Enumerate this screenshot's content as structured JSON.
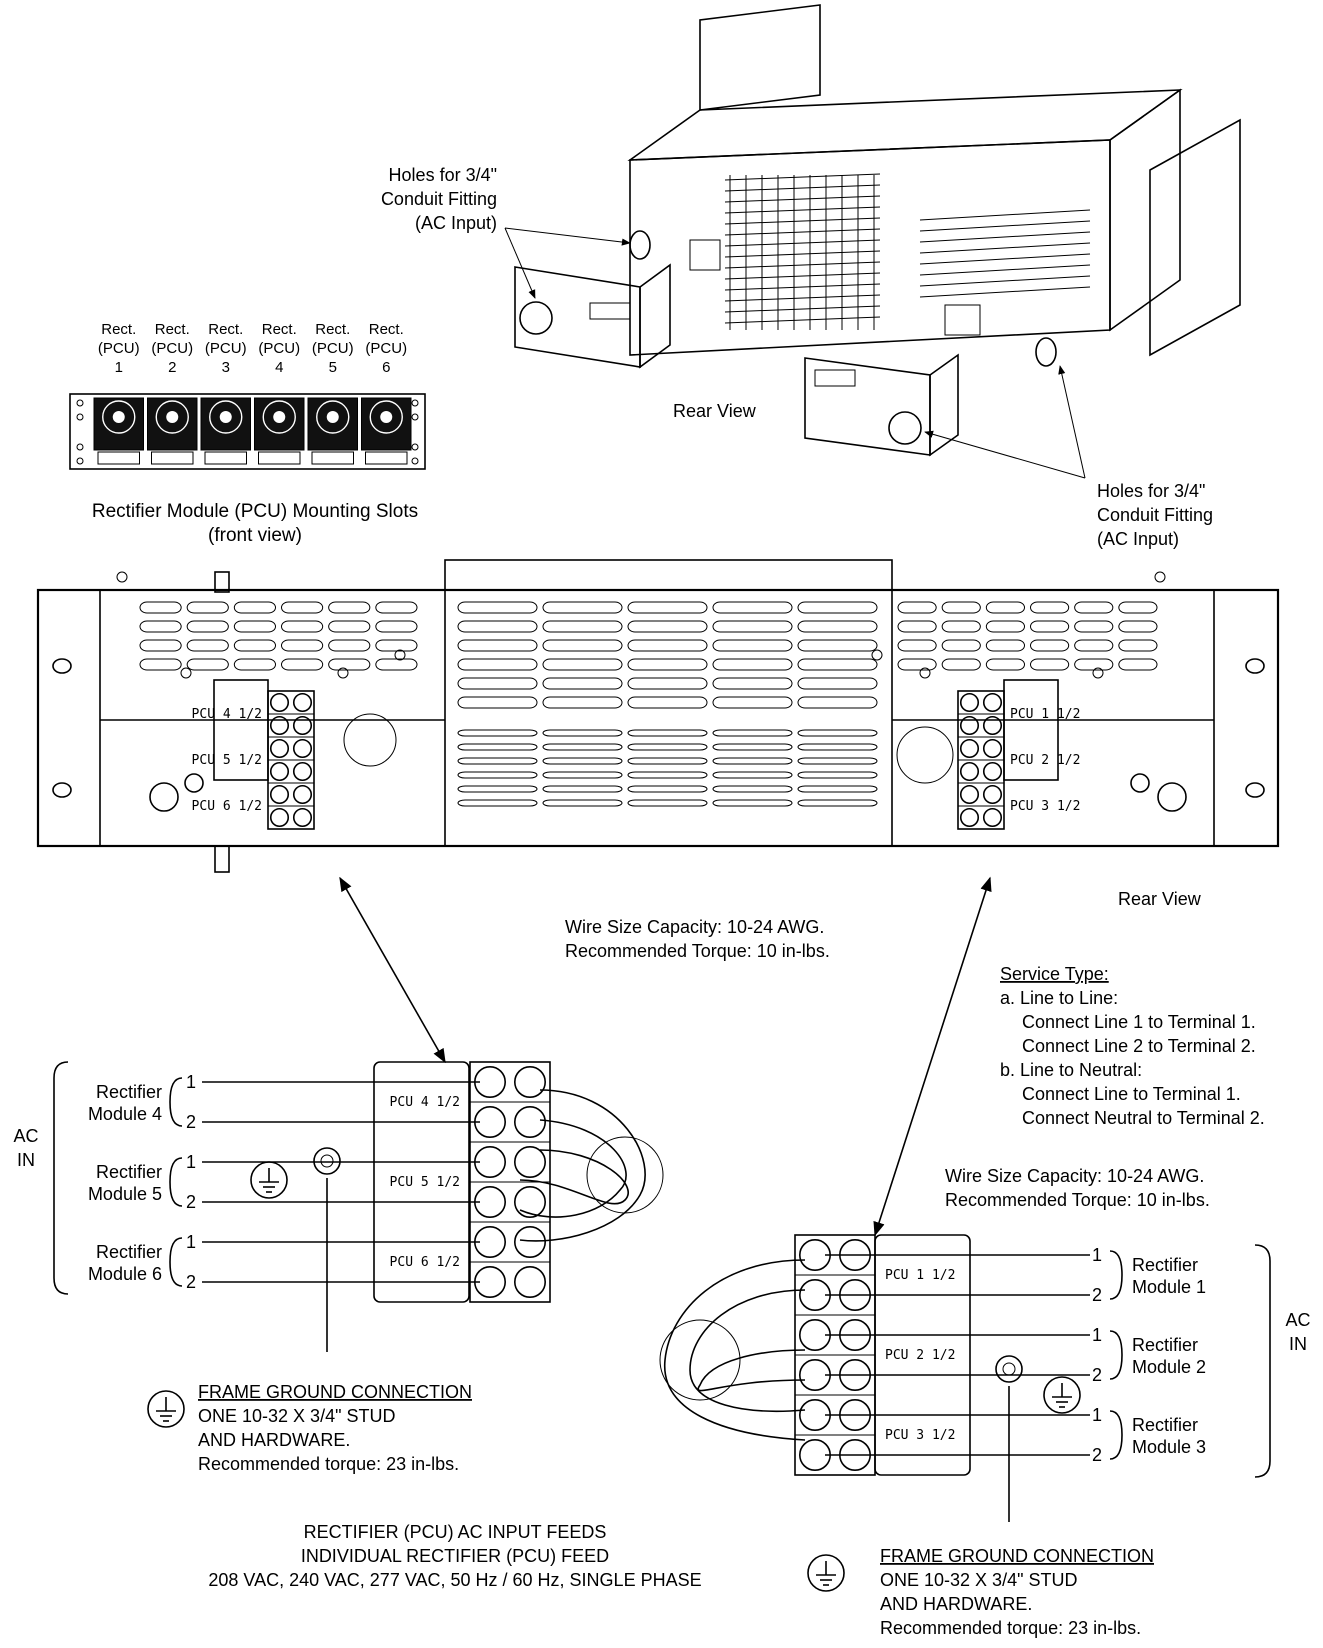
{
  "front_view": {
    "slots": [
      {
        "line1": "Rect.",
        "line2": "(PCU)",
        "num": "1"
      },
      {
        "line1": "Rect.",
        "line2": "(PCU)",
        "num": "2"
      },
      {
        "line1": "Rect.",
        "line2": "(PCU)",
        "num": "3"
      },
      {
        "line1": "Rect.",
        "line2": "(PCU)",
        "num": "4"
      },
      {
        "line1": "Rect.",
        "line2": "(PCU)",
        "num": "5"
      },
      {
        "line1": "Rect.",
        "line2": "(PCU)",
        "num": "6"
      }
    ],
    "caption_line1": "Rectifier Module (PCU) Mounting Slots",
    "caption_line2": "(front view)"
  },
  "rear_iso": {
    "label": "Rear View",
    "holes_left": [
      "Holes for 3/4\"",
      "Conduit Fitting",
      "(AC Input)"
    ],
    "holes_right": [
      "Holes for 3/4\"",
      "Conduit Fitting",
      "(AC Input)"
    ]
  },
  "rear_panel": {
    "label": "Rear View",
    "left_block": [
      {
        "pcu": "PCU 4",
        "t1": "1",
        "t2": "2"
      },
      {
        "pcu": "PCU 5",
        "t1": "1",
        "t2": "2"
      },
      {
        "pcu": "PCU 6",
        "t1": "1",
        "t2": "2"
      }
    ],
    "right_block": [
      {
        "pcu": "PCU 1",
        "t1": "1",
        "t2": "2"
      },
      {
        "pcu": "PCU 2",
        "t1": "1",
        "t2": "2"
      },
      {
        "pcu": "PCU 3",
        "t1": "1",
        "t2": "2"
      }
    ]
  },
  "wire_spec_top": [
    "Wire Size Capacity:  10-24 AWG.",
    "Recommended Torque:  10 in-lbs."
  ],
  "wire_spec_right": [
    "Wire Size Capacity:  10-24 AWG.",
    "Recommended Torque:  10 in-lbs."
  ],
  "service_type": {
    "title": "Service Type:",
    "lines": [
      "a. Line to Line:",
      "Connect Line 1 to Terminal 1.",
      "Connect Line 2 to Terminal 2.",
      "b. Line to Neutral:",
      "Connect Line to Terminal 1.",
      "Connect Neutral to Terminal 2."
    ]
  },
  "left_detail": {
    "ac_in": [
      "AC",
      "IN"
    ],
    "modules": [
      {
        "line1": "Rectifier",
        "line2": "Module 4",
        "t1": "1",
        "t2": "2",
        "pcu": "PCU 4"
      },
      {
        "line1": "Rectifier",
        "line2": "Module 5",
        "t1": "1",
        "t2": "2",
        "pcu": "PCU 5"
      },
      {
        "line1": "Rectifier",
        "line2": "Module 6",
        "t1": "1",
        "t2": "2",
        "pcu": "PCU 6"
      }
    ],
    "ground": [
      "FRAME GROUND CONNECTION",
      "ONE 10-32 X 3/4\" STUD",
      "AND HARDWARE.",
      "Recommended torque: 23 in-lbs."
    ]
  },
  "right_detail": {
    "ac_in": [
      "AC",
      "IN"
    ],
    "modules": [
      {
        "line1": "Rectifier",
        "line2": "Module 1",
        "t1": "1",
        "t2": "2",
        "pcu": "PCU 1"
      },
      {
        "line1": "Rectifier",
        "line2": "Module 2",
        "t1": "1",
        "t2": "2",
        "pcu": "PCU 2"
      },
      {
        "line1": "Rectifier",
        "line2": "Module 3",
        "t1": "1",
        "t2": "2",
        "pcu": "PCU 3"
      }
    ],
    "ground": [
      "FRAME GROUND CONNECTION",
      "ONE 10-32 X 3/4\" STUD",
      "AND HARDWARE.",
      "Recommended torque: 23 in-lbs."
    ]
  },
  "caption": [
    "RECTIFIER (PCU) AC INPUT FEEDS",
    "INDIVIDUAL RECTIFIER (PCU) FEED",
    "208 VAC, 240 VAC, 277 VAC, 50 Hz / 60 Hz, SINGLE PHASE"
  ]
}
